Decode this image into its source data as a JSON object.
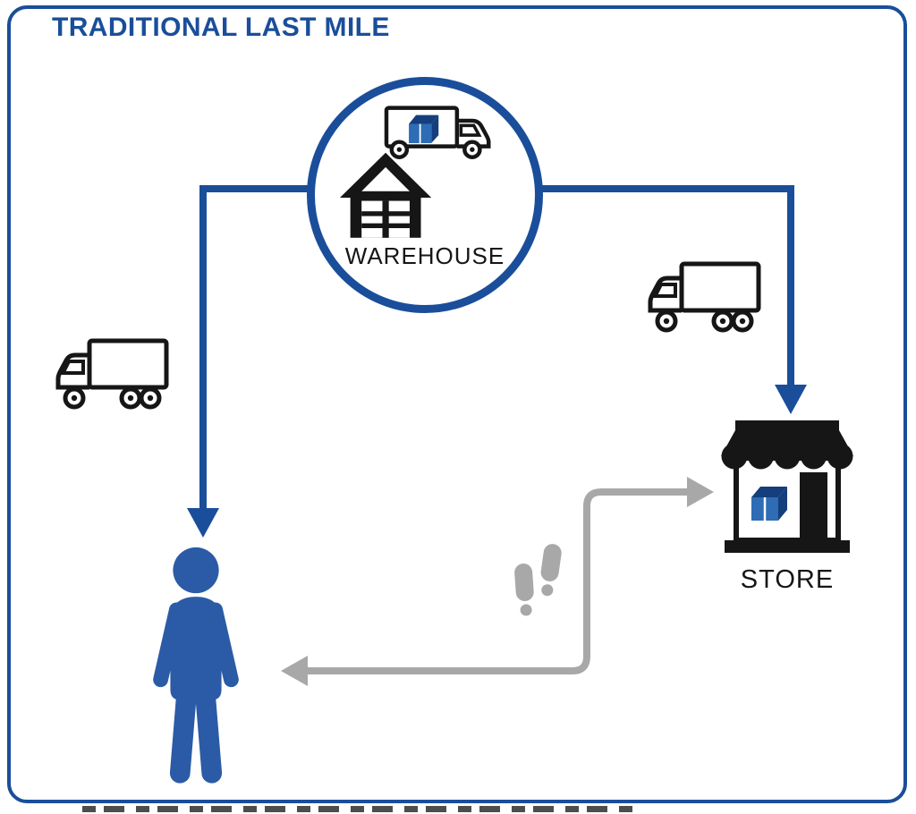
{
  "diagram": {
    "title": "TRADITIONAL LAST MILE",
    "nodes": {
      "warehouse": {
        "label": "WAREHOUSE",
        "icon": "warehouse-icon"
      },
      "store": {
        "label": "STORE",
        "icon": "store-icon"
      },
      "customer": {
        "icon": "person-icon"
      }
    },
    "edges": [
      {
        "from": "warehouse",
        "to": "customer",
        "style": "blue-arrow",
        "vehicle": "delivery-truck-icon"
      },
      {
        "from": "warehouse",
        "to": "store",
        "style": "blue-arrow",
        "vehicle": "delivery-truck-icon"
      },
      {
        "from": "customer",
        "to": "store",
        "style": "gray-roundtrip-arrow",
        "vehicle": "footsteps-icon"
      }
    ],
    "colors": {
      "primary_blue": "#1a4e9a",
      "person_blue": "#2b5ba6",
      "package_blue": "#2e6cb5",
      "package_blue_dark": "#143e7c",
      "connector_gray": "#a8a8a8",
      "ink": "#161616",
      "background": "#ffffff"
    }
  }
}
